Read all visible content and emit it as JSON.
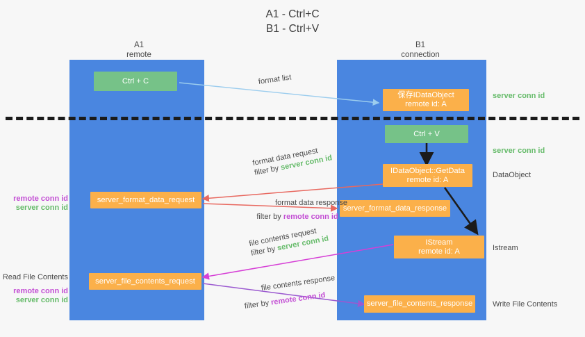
{
  "title": "A1 - Ctrl+C\nB1 - Ctrl+V",
  "columns": [
    {
      "id": "a1",
      "line1": "A1",
      "line2": "remote"
    },
    {
      "id": "b1",
      "line1": "B1",
      "line2": "connection"
    }
  ],
  "colors": {
    "lane": "#4a86e0",
    "green_box": "#76c288",
    "orange_box": "#fbb04a",
    "server_conn_id": "#66bb6a",
    "remote_conn_id": "#c34fd4",
    "arrow_blue": "#9ccdee",
    "arrow_red": "#e8685f",
    "arrow_magenta": "#d63fd6",
    "arrow_purple": "#9b59d0",
    "arrow_black": "#1b1b1b",
    "background": "#f7f7f7"
  },
  "boxes": {
    "ctrl_c": {
      "line1": "Ctrl + C",
      "line2": ""
    },
    "save_idataobject": {
      "line1": "保存IDataObject",
      "line2": "remote id: A"
    },
    "ctrl_v": {
      "line1": "Ctrl + V",
      "line2": ""
    },
    "getdata": {
      "line1": "IDataObject::GetData",
      "line2": "remote id: A"
    },
    "server_format_data_request": {
      "line1": "server_format_data_request",
      "line2": ""
    },
    "server_format_data_response": {
      "line1": "server_format_data_response",
      "line2": ""
    },
    "istream": {
      "line1": "IStream",
      "line2": "remote id: A"
    },
    "server_file_contents_request": {
      "line1": "server_file_contents_request",
      "line2": ""
    },
    "server_file_contents_response": {
      "line1": "server_file_contents_response",
      "line2": ""
    }
  },
  "arrow_labels": {
    "format_list": "format list",
    "format_data_request": "format data request",
    "format_data_request_filter_prefix": "filter by ",
    "format_data_request_filter_value": "server conn id",
    "format_data_response": "format data response",
    "format_data_response_filter_prefix": "filter by ",
    "format_data_response_filter_value": "remote conn id",
    "file_contents_request": "file contents request",
    "file_contents_request_filter_prefix": "filter by ",
    "file_contents_request_filter_value": "server conn id",
    "file_contents_response": "file contents response",
    "file_contents_response_filter_prefix": "filter by ",
    "file_contents_response_filter_value": "remote conn id"
  },
  "side_labels": {
    "right_server_conn_id_top": "server conn id",
    "right_server_conn_id_mid": "server conn id",
    "right_dataobject": "DataObject",
    "right_istream": "Istream",
    "right_write_file_contents": "Write File Contents",
    "left_remote_conn_id_1": "remote conn id",
    "left_server_conn_id_1": "server conn id",
    "left_read_file_contents": "Read File Contents",
    "left_remote_conn_id_2": "remote conn id",
    "left_server_conn_id_2": "server conn id"
  }
}
